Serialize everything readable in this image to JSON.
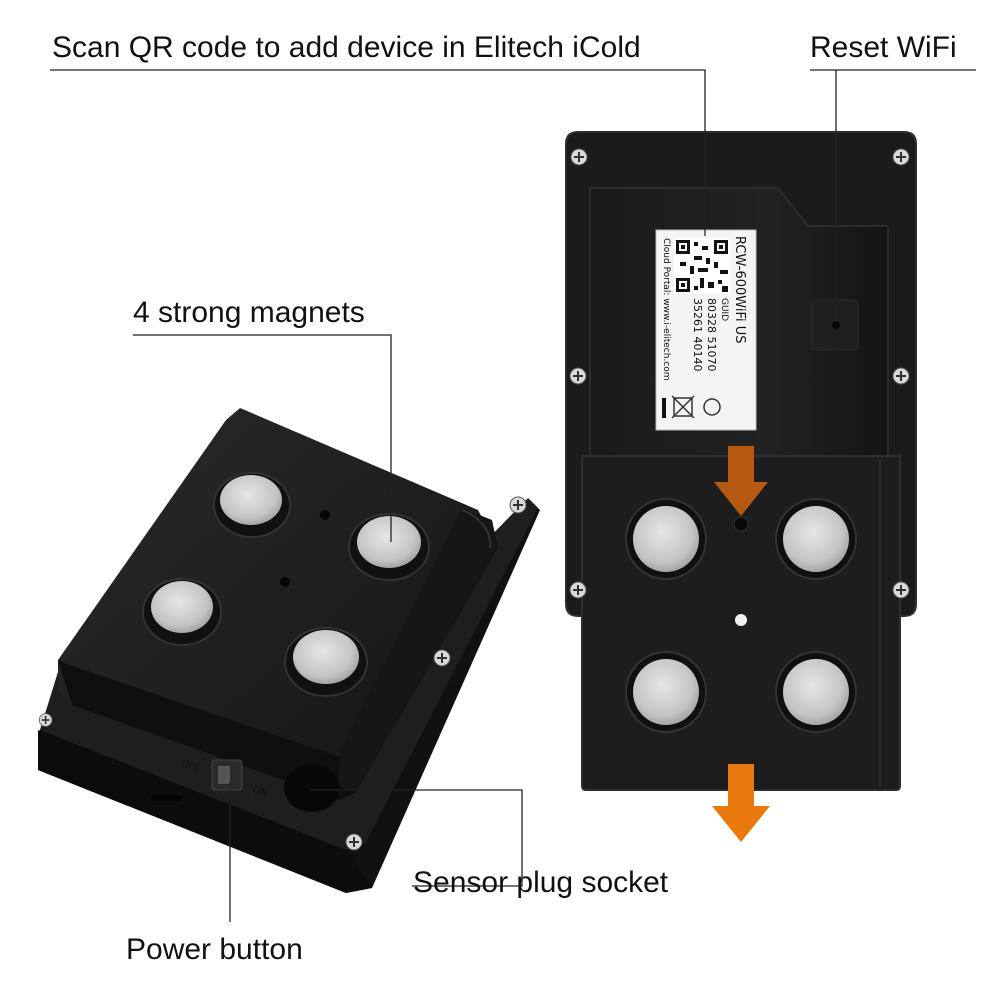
{
  "callouts": {
    "qr_code": "Scan QR code to add device in Elitech iCold",
    "reset_wifi": "Reset WiFi",
    "magnets": "4 strong magnets",
    "sensor_socket": "Sensor plug socket",
    "power_button": "Power button"
  },
  "device_label": {
    "model": "RCW-600WiFi US",
    "guid_title": "GUID",
    "guid_line1": "80328 51070",
    "guid_line2": "35261 40140",
    "portal": "Cloud Portal: www.i-elitech.com"
  },
  "switch": {
    "on_text": "ON",
    "off_text": "OFF"
  },
  "colors": {
    "device_body": "#1c1c1c",
    "device_edge": "#2b2b2b",
    "magnet": "#c8c8c8",
    "arrow": "#e0760f",
    "leader_line": "#222222"
  }
}
